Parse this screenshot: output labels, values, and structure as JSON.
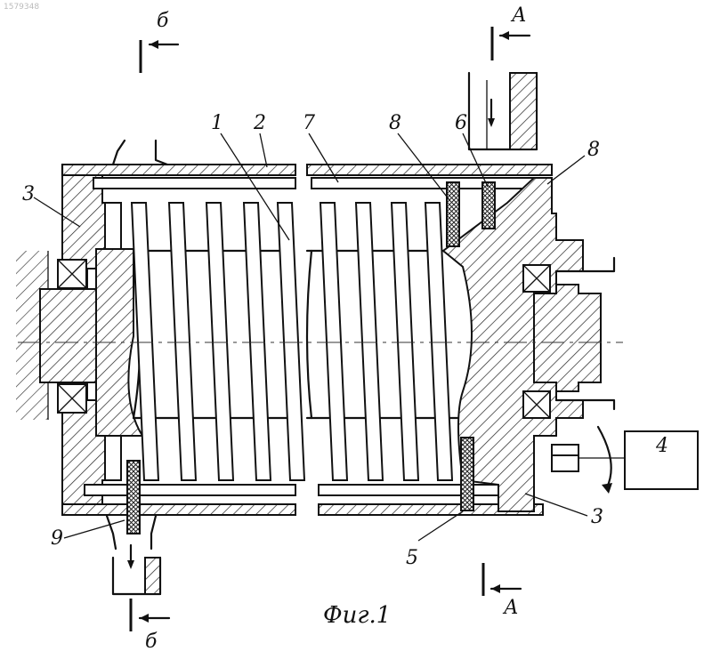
{
  "figure": {
    "caption": "Фиг.1",
    "corner_number": "1579348"
  },
  "section_marks": {
    "b_top": "б",
    "b_bottom": "б",
    "a_top": "А",
    "a_bottom": "А"
  },
  "callouts": {
    "n1": "1",
    "n2": "2",
    "n3_left": "3",
    "n3_right": "3",
    "n4": "4",
    "n5": "5",
    "n6": "6",
    "n7": "7",
    "n8_left": "8",
    "n8_right": "8",
    "n9": "9"
  }
}
